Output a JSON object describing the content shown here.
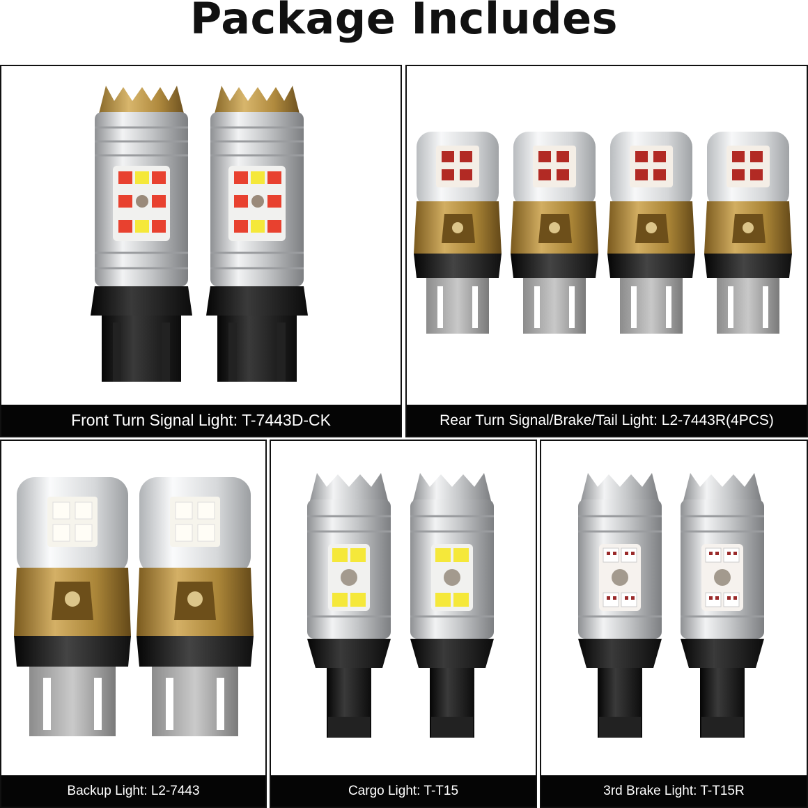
{
  "header": {
    "title": "Package Includes"
  },
  "panels": [
    {
      "caption": "Front Turn Signal Light: T-7443D-CK",
      "bulb_type": "7443 turn signal bulb",
      "quantity": 2
    },
    {
      "caption": "Rear Turn Signal/Brake/Tail Light: L2-7443R(4PCS)",
      "bulb_type": "7443 red bulb",
      "quantity": 4
    },
    {
      "caption": "Backup Light: L2-7443",
      "bulb_type": "7443 white bulb",
      "quantity": 2
    },
    {
      "caption": "Cargo Light: T-T15",
      "bulb_type": "T15 bulb",
      "quantity": 2
    },
    {
      "caption": "3rd Brake Light: T-T15R",
      "bulb_type": "T15 red bulb",
      "quantity": 2
    }
  ],
  "colors": {
    "caption_bg": "#050505",
    "caption_text": "#ffffff",
    "gold": "#b8923e",
    "silver": "#c9cacc",
    "base_black": "#1a1a1a",
    "led_red": "#e8412f",
    "led_yellow": "#f5e83a",
    "led_white": "#f4f2ea"
  }
}
